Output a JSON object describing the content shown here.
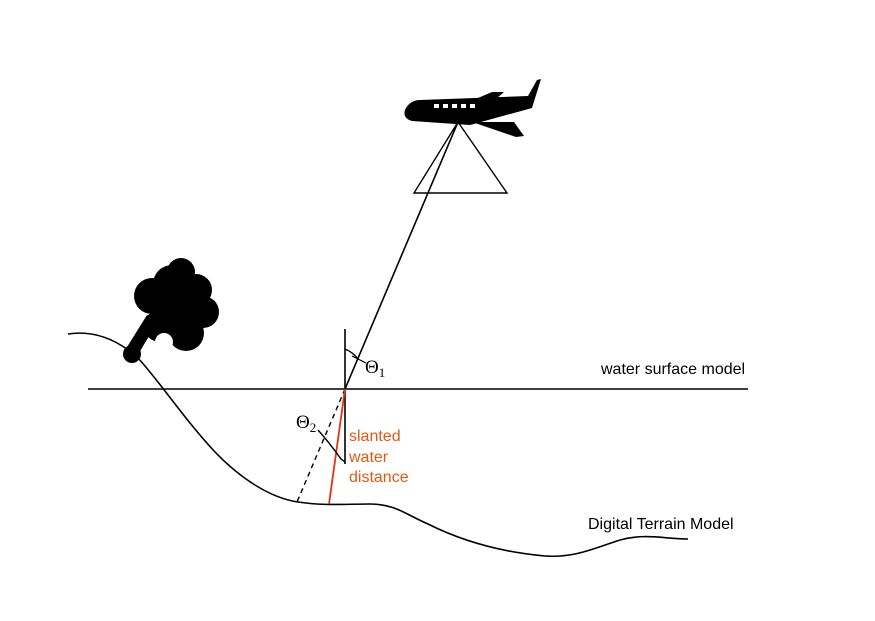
{
  "labels": {
    "water_surface": "water surface model",
    "terrain": "Digital Terrain Model",
    "theta1_symbol": "Θ",
    "theta1_sub": "1",
    "theta2_symbol": "Θ",
    "theta2_sub": "2",
    "slanted_line1": "slanted",
    "slanted_line2": "water",
    "slanted_line3": "distance"
  },
  "icons": {
    "aircraft": "airplane-icon",
    "tree": "tree-icon"
  },
  "colors": {
    "refracted_ray": "#e2320f",
    "label_accent": "#e25a10",
    "lines": "#000000"
  }
}
